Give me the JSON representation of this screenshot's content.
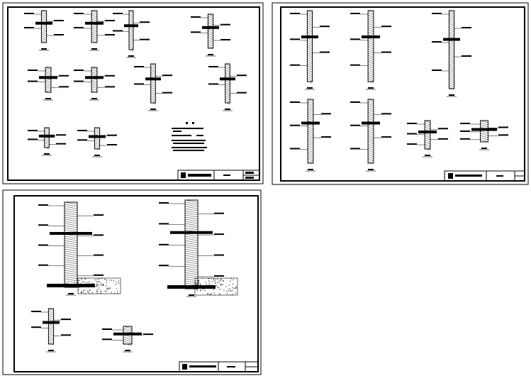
{
  "colors": {
    "background": "#ffffff",
    "ink": "#000000",
    "title_fill": "#000000"
  },
  "sheets": [
    {
      "id": "sheet-1",
      "has_notes": true
    },
    {
      "id": "sheet-2",
      "has_notes": false
    },
    {
      "id": "sheet-3",
      "has_notes": false
    }
  ]
}
